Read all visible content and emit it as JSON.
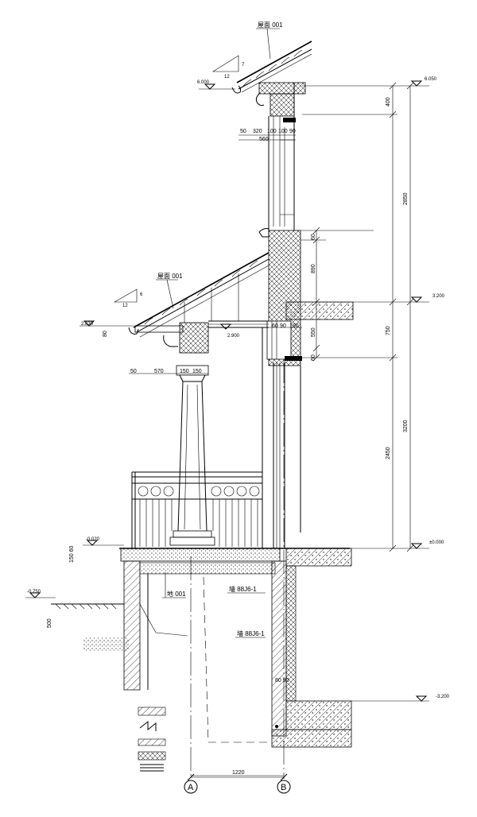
{
  "labels": {
    "roof_upper": "屋面 001",
    "roof_lower": "屋面 001",
    "floor_ref": "地 001",
    "wall1": "墙 88J6-1",
    "wall2": "墙 88J6-1"
  },
  "slope": {
    "upper_rise": "7",
    "upper_run": "12",
    "lower_rise": "6",
    "lower_run": "12"
  },
  "levels": {
    "l6050": "6.050",
    "l6000": "6.000",
    "l3200": "3.200",
    "l2830": "2.830",
    "l2900": "2.900",
    "l0000": "±0.000",
    "lm020": "-0.020",
    "lm750": "-0.750",
    "lm3200": "-3.200"
  },
  "dims": {
    "d400": "400",
    "d2850": "2850",
    "d750": "750",
    "d3200": "3200",
    "d2450": "2450",
    "d890": "890",
    "d550": "550",
    "d60a": "60",
    "d60b": "60",
    "d80": "80",
    "d50a": "50",
    "d320": "320",
    "d100": "100",
    "d100b": "100",
    "d90": "90",
    "d560": "560",
    "d50b": "50",
    "d570": "570",
    "d150a": "150",
    "d150b": "150",
    "d6090": "60",
    "d90b": "90",
    "d190": "190",
    "d150_60": "150 60",
    "d500": "500",
    "d8090": "80 90",
    "d1220": "1220"
  },
  "axes": {
    "a": "A",
    "b": "B"
  }
}
